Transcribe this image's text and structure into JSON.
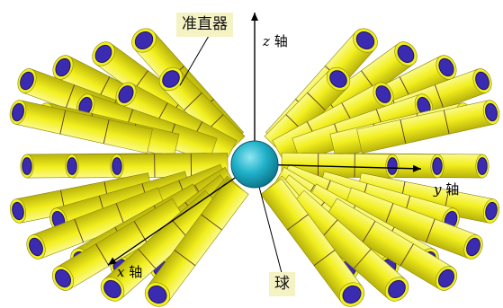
{
  "labels": {
    "collimator": "准直器",
    "sphere": "球"
  },
  "axes": {
    "z": {
      "var": "z",
      "word": "轴"
    },
    "y": {
      "var": "y",
      "word": "轴"
    },
    "x": {
      "var": "x",
      "word": "轴"
    }
  },
  "colors": {
    "tube": "#f2ef1f",
    "tube_shade": "#c9c40f",
    "tube_light": "#fbfa8a",
    "cap": "#3b2bb0",
    "ring": "#1a1070",
    "sphere": "#1fb0c8",
    "callout_bg": "#f5f2c4"
  },
  "icons": {
    "sphere": "sphere-icon",
    "collimator": "collimator-tube-icon"
  }
}
